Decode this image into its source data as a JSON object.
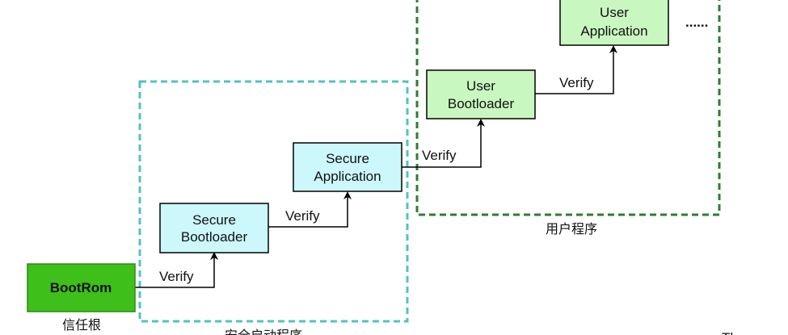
{
  "colors": {
    "secure_group_border": "#4fc3c4",
    "user_group_border": "#2e7d32",
    "bootrom_fill": "#3fbf1a",
    "bootrom_border": "#2a8a10",
    "secure_fill": "#ccf7fb",
    "user_fill": "#c9f7c0",
    "box_border": "#000000",
    "arrow": "#000000"
  },
  "groups": {
    "secure": {
      "label": "安全启动程序"
    },
    "user": {
      "label": "用户程序"
    }
  },
  "nodes": {
    "bootrom": {
      "lines": [
        "BootRom"
      ]
    },
    "secure_bootloader": {
      "lines": [
        "Secure",
        "Bootloader"
      ]
    },
    "secure_application": {
      "lines": [
        "Secure",
        "Application"
      ]
    },
    "user_bootloader": {
      "lines": [
        "User",
        "Bootloader"
      ]
    },
    "user_application": {
      "lines": [
        "User",
        "Application"
      ]
    }
  },
  "labels": {
    "root_of_trust": "信任根",
    "ellipsis": "......",
    "corner_fragment": "Th"
  },
  "edges": {
    "e1": "Verify",
    "e2": "Verify",
    "e3": "Verify",
    "e4": "Verify"
  }
}
